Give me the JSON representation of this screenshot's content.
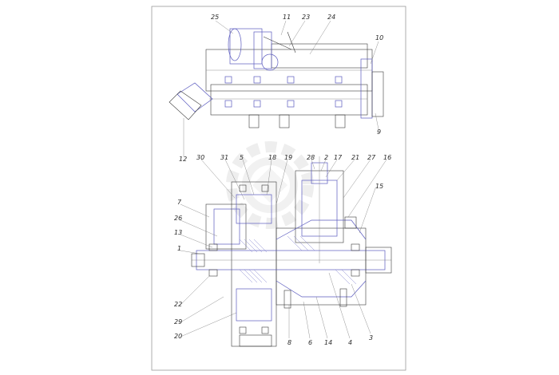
{
  "drawing": {
    "top_view_callouts": [
      "25",
      "11",
      "23",
      "24",
      "10",
      "9",
      "12"
    ],
    "section_view_callouts": [
      "30",
      "31",
      "5",
      "18",
      "19",
      "28",
      "2",
      "17",
      "21",
      "27",
      "16",
      "15",
      "7",
      "26",
      "13",
      "1",
      "22",
      "29",
      "20",
      "8",
      "6",
      "14",
      "4",
      "3"
    ]
  },
  "colors": {
    "line": "#3a3a3a",
    "accent": "#5b5bbf",
    "watermark": "#d9d9d9"
  },
  "icons": {
    "watermark": "gear-watermark-icon"
  }
}
